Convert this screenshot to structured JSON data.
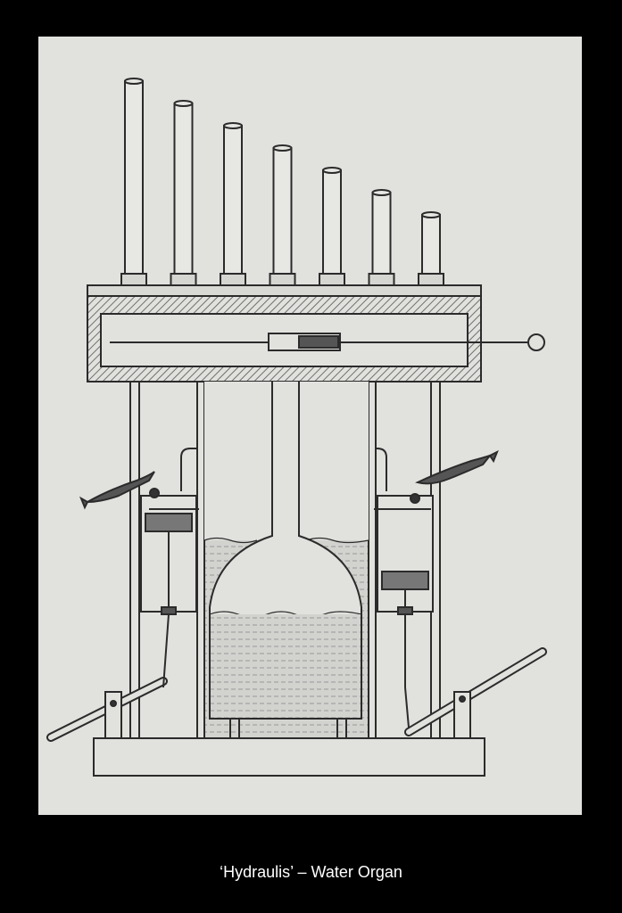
{
  "caption": "‘Hydraulis’ – Water Organ",
  "colors": {
    "background": "#000000",
    "paper": "#e1e2de",
    "ink": "#2b2b2b",
    "hatch": "#6f6f6f",
    "water": "#cfd0cc",
    "caption": "#ffffff"
  },
  "diagram": {
    "subject": "water-organ-cross-section",
    "pipe_count": 7
  }
}
